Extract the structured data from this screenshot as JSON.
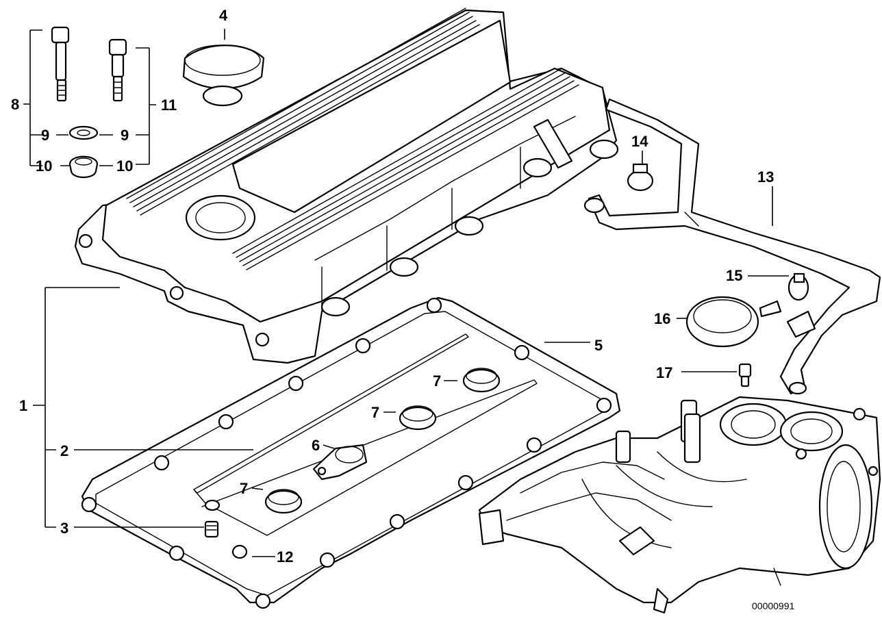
{
  "labels": {
    "l1": "1",
    "l2": "2",
    "l3": "3",
    "l4": "4",
    "l5": "5",
    "l6": "6",
    "l7a": "7",
    "l7b": "7",
    "l7c": "7",
    "l8": "8",
    "l9a": "9",
    "l9b": "9",
    "l10a": "10",
    "l10b": "10",
    "l11": "11",
    "l12": "12",
    "l13": "13",
    "l14": "14",
    "l15": "15",
    "l16": "16",
    "l17": "17"
  },
  "diagram_code": "00000991"
}
